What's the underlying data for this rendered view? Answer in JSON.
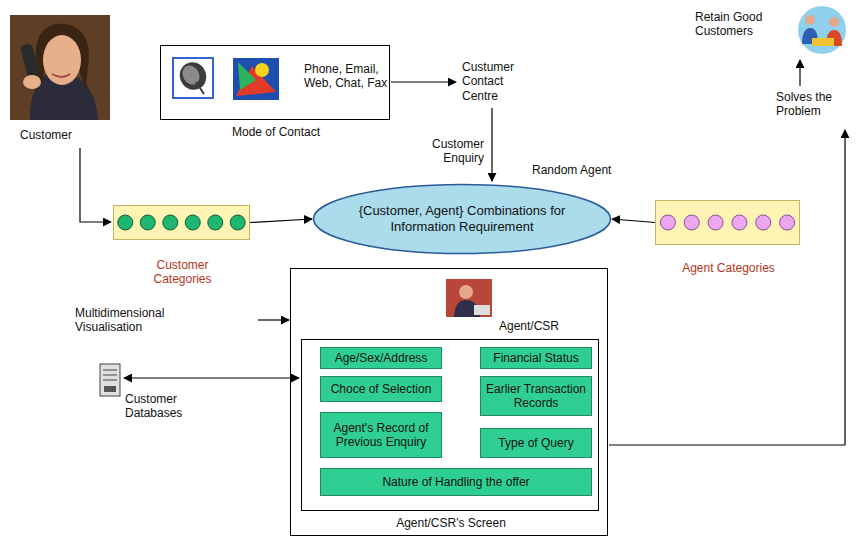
{
  "diagram": {
    "nodes": [
      {
        "text": [
          "Phone, Email, Web, Chat, Fax",
          "Mode of Contact"
        ]
      },
      {
        "text": [
          "Customer Categories"
        ]
      },
      {
        "text": [
          "{Customer, Agent} Combinations for Information Requirement"
        ]
      },
      {
        "text": [
          "Agent Categories"
        ]
      },
      {
        "text": [
          "Agent/CSR"
        ]
      },
      {
        "text": [
          "Agent/CSR's Screen"
        ],
        "in": 4
      },
      {
        "text": [
          "Age/Sex/Address"
        ],
        "in": 5
      },
      {
        "text": [
          "Financial Status"
        ],
        "in": 5
      },
      {
        "text": [
          "Choce of Selection"
        ],
        "in": 5
      },
      {
        "text": [
          "Earlier Transaction Records"
        ],
        "in": 5
      },
      {
        "text": [
          "Agent's Record of Previous Enquiry"
        ],
        "in": 5
      },
      {
        "text": [
          "Type of Query"
        ],
        "in": 5
      },
      {
        "text": [
          "Nature of Handling the offer"
        ],
        "in": 5
      }
    ],
    "edges": [
      {
        "from": 1,
        "to": 2,
        "arrow": "to"
      },
      {
        "from": 3,
        "to": 2,
        "arrow": "to"
      }
    ],
    "labels": [
      "Customer",
      "Custumer Contact Centre",
      "Customer Enquiry",
      "Random Agent",
      "Retain Good Customers",
      "Solves the Problem",
      "Multidimensional Visualisation",
      "Customer Databases"
    ]
  }
}
